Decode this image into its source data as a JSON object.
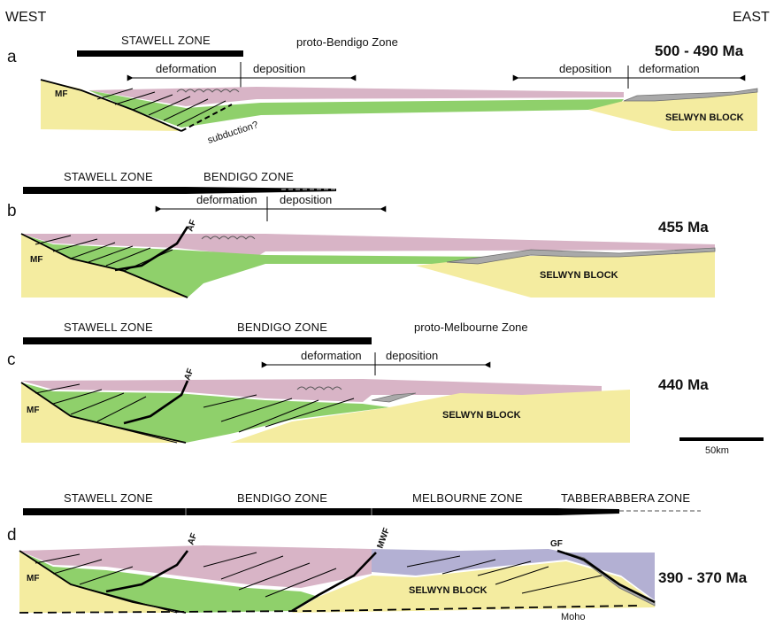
{
  "directions": {
    "west": "WEST",
    "east": "EAST"
  },
  "panels": {
    "a": {
      "letter": "a",
      "age": "500 - 490 Ma",
      "zones": [
        "STAWELL ZONE",
        "proto-Bendigo Zone"
      ],
      "west_deformation": "deformation",
      "west_deposition": "deposition",
      "east_deposition": "deposition",
      "east_deformation": "deformation",
      "fault": "MF",
      "subduction": "subduction?",
      "block": "SELWYN BLOCK"
    },
    "b": {
      "letter": "b",
      "age": "455 Ma",
      "zones": [
        "STAWELL ZONE",
        "BENDIGO ZONE"
      ],
      "deformation": "deformation",
      "deposition": "deposition",
      "faults": [
        "MF",
        "AF"
      ],
      "block": "SELWYN BLOCK"
    },
    "c": {
      "letter": "c",
      "age": "440 Ma",
      "zones": [
        "STAWELL ZONE",
        "BENDIGO ZONE",
        "proto-Melbourne Zone"
      ],
      "deformation": "deformation",
      "deposition": "deposition",
      "faults": [
        "MF",
        "AF"
      ],
      "block": "SELWYN BLOCK"
    },
    "d": {
      "letter": "d",
      "age": "390 - 370 Ma",
      "zones": [
        "STAWELL ZONE",
        "BENDIGO ZONE",
        "MELBOURNE ZONE",
        "TABBERABBERA ZONE"
      ],
      "faults": [
        "MF",
        "AF",
        "MWF",
        "GF"
      ],
      "block": "SELWYN BLOCK",
      "moho": "Moho"
    }
  },
  "scale_bar": "50km",
  "colors": {
    "pink": "#d8b4c6",
    "green": "#8fd06b",
    "yellow": "#f4eca0",
    "lavender": "#b3b0d3",
    "grey": "#a9a9a9"
  }
}
